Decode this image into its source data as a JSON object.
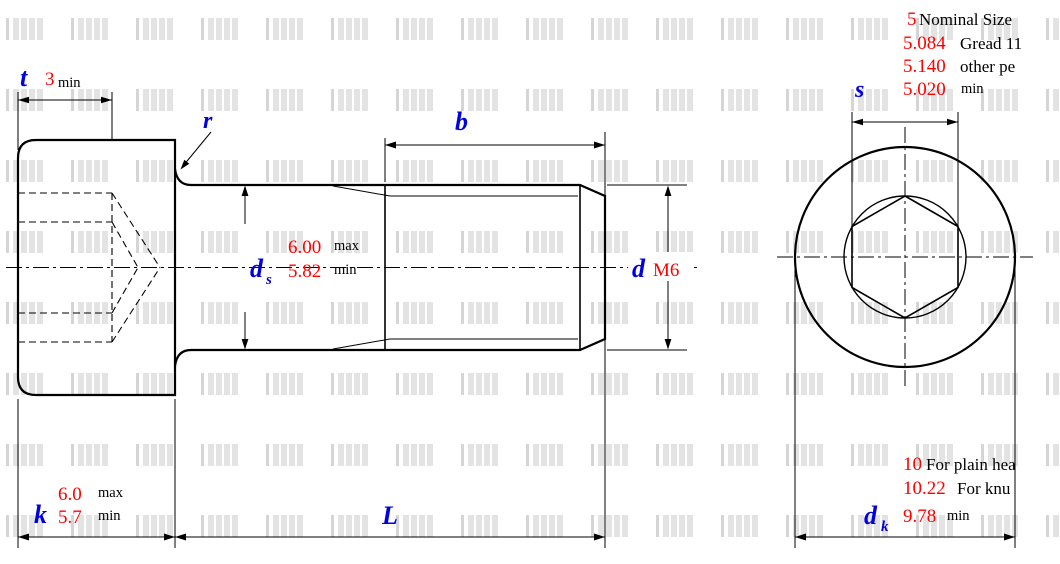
{
  "colors": {
    "symbol_blue": "#0000e0",
    "value_red": "#ff0000",
    "line_black": "#000000",
    "background": "#ffffff",
    "watermark_gray": "#dedede"
  },
  "labels": {
    "t_symbol": "t",
    "t_value": "3",
    "t_min": "min",
    "r_symbol": "r",
    "b_symbol": "b",
    "ds_symbol": "d",
    "ds_sub": "s",
    "ds_max_value": "6.00",
    "ds_max_label": "max",
    "ds_min_value": "5.82",
    "ds_min_label": "min",
    "d_symbol": "d",
    "d_value": "M6",
    "k_symbol": "k",
    "k_max_value": "6.0",
    "k_max_label": "max",
    "k_min_value": "5.7",
    "k_min_label": "min",
    "L_symbol": "L",
    "s_symbol": "s",
    "s_row1_value": "5",
    "s_row1_label": "Nominal Size",
    "s_row2_value": "5.084",
    "s_row2_label": "Gread 11",
    "s_row3_value": "5.140",
    "s_row3_label": "other pe",
    "s_min_value": "5.020",
    "s_min_label": "min",
    "dk_symbol": "d",
    "dk_sub": "k",
    "dk_row1_value": "10",
    "dk_row1_label": "For plain hea",
    "dk_row2_value": "10.22",
    "dk_row2_label": "For knu",
    "dk_min_value": "9.78",
    "dk_min_label": "min"
  }
}
